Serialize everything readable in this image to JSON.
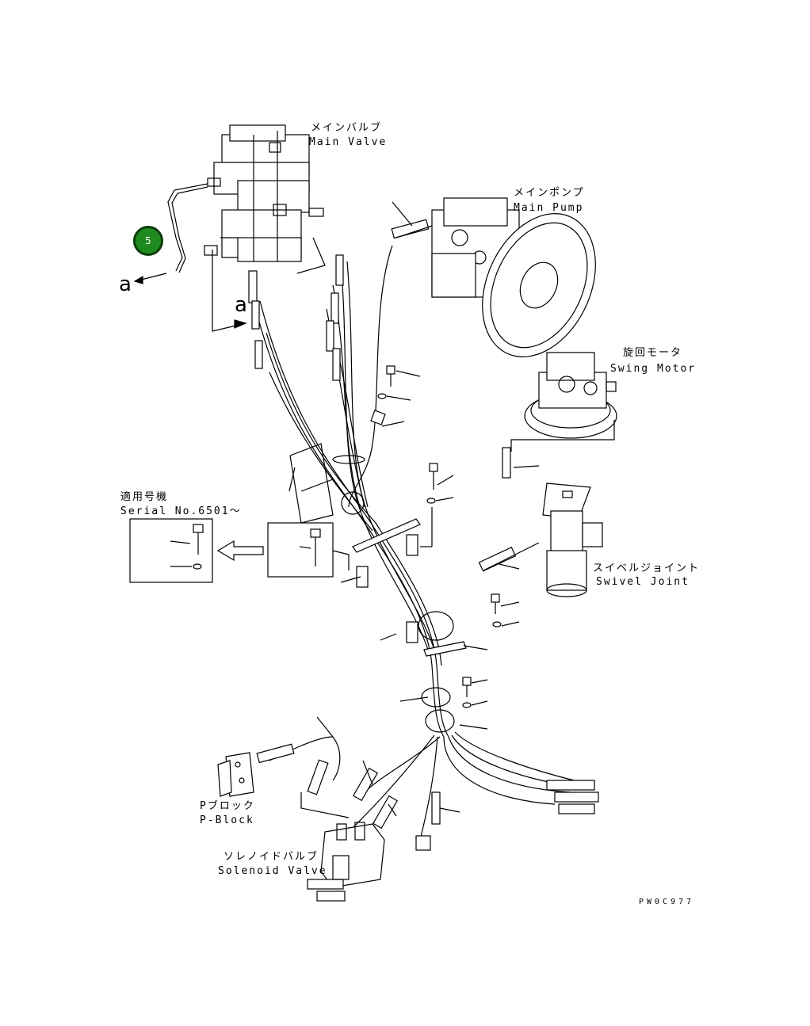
{
  "labels": {
    "main_valve_jp": "メインバルブ",
    "main_valve_en": "Main Valve",
    "main_pump_jp": "メインポンプ",
    "main_pump_en": "Main Pump",
    "swing_motor_jp": "旋回モータ",
    "swing_motor_en": "Swing Motor",
    "serial_jp": "適用号機",
    "serial_en": "Serial No.6501～",
    "swivel_joint_jp": "スイベルジョイント",
    "swivel_joint_en": "Swivel Joint",
    "p_block_jp": "Pブロック",
    "p_block_en": "P-Block",
    "solenoid_valve_jp": "ソレノイドバルブ",
    "solenoid_valve_en": "Solenoid Valve",
    "view_a_1": "a",
    "view_a_2": "a",
    "drawing_code": "PW0C977"
  },
  "callouts": [
    {
      "number": "5",
      "color": "#1f8a1f"
    }
  ]
}
